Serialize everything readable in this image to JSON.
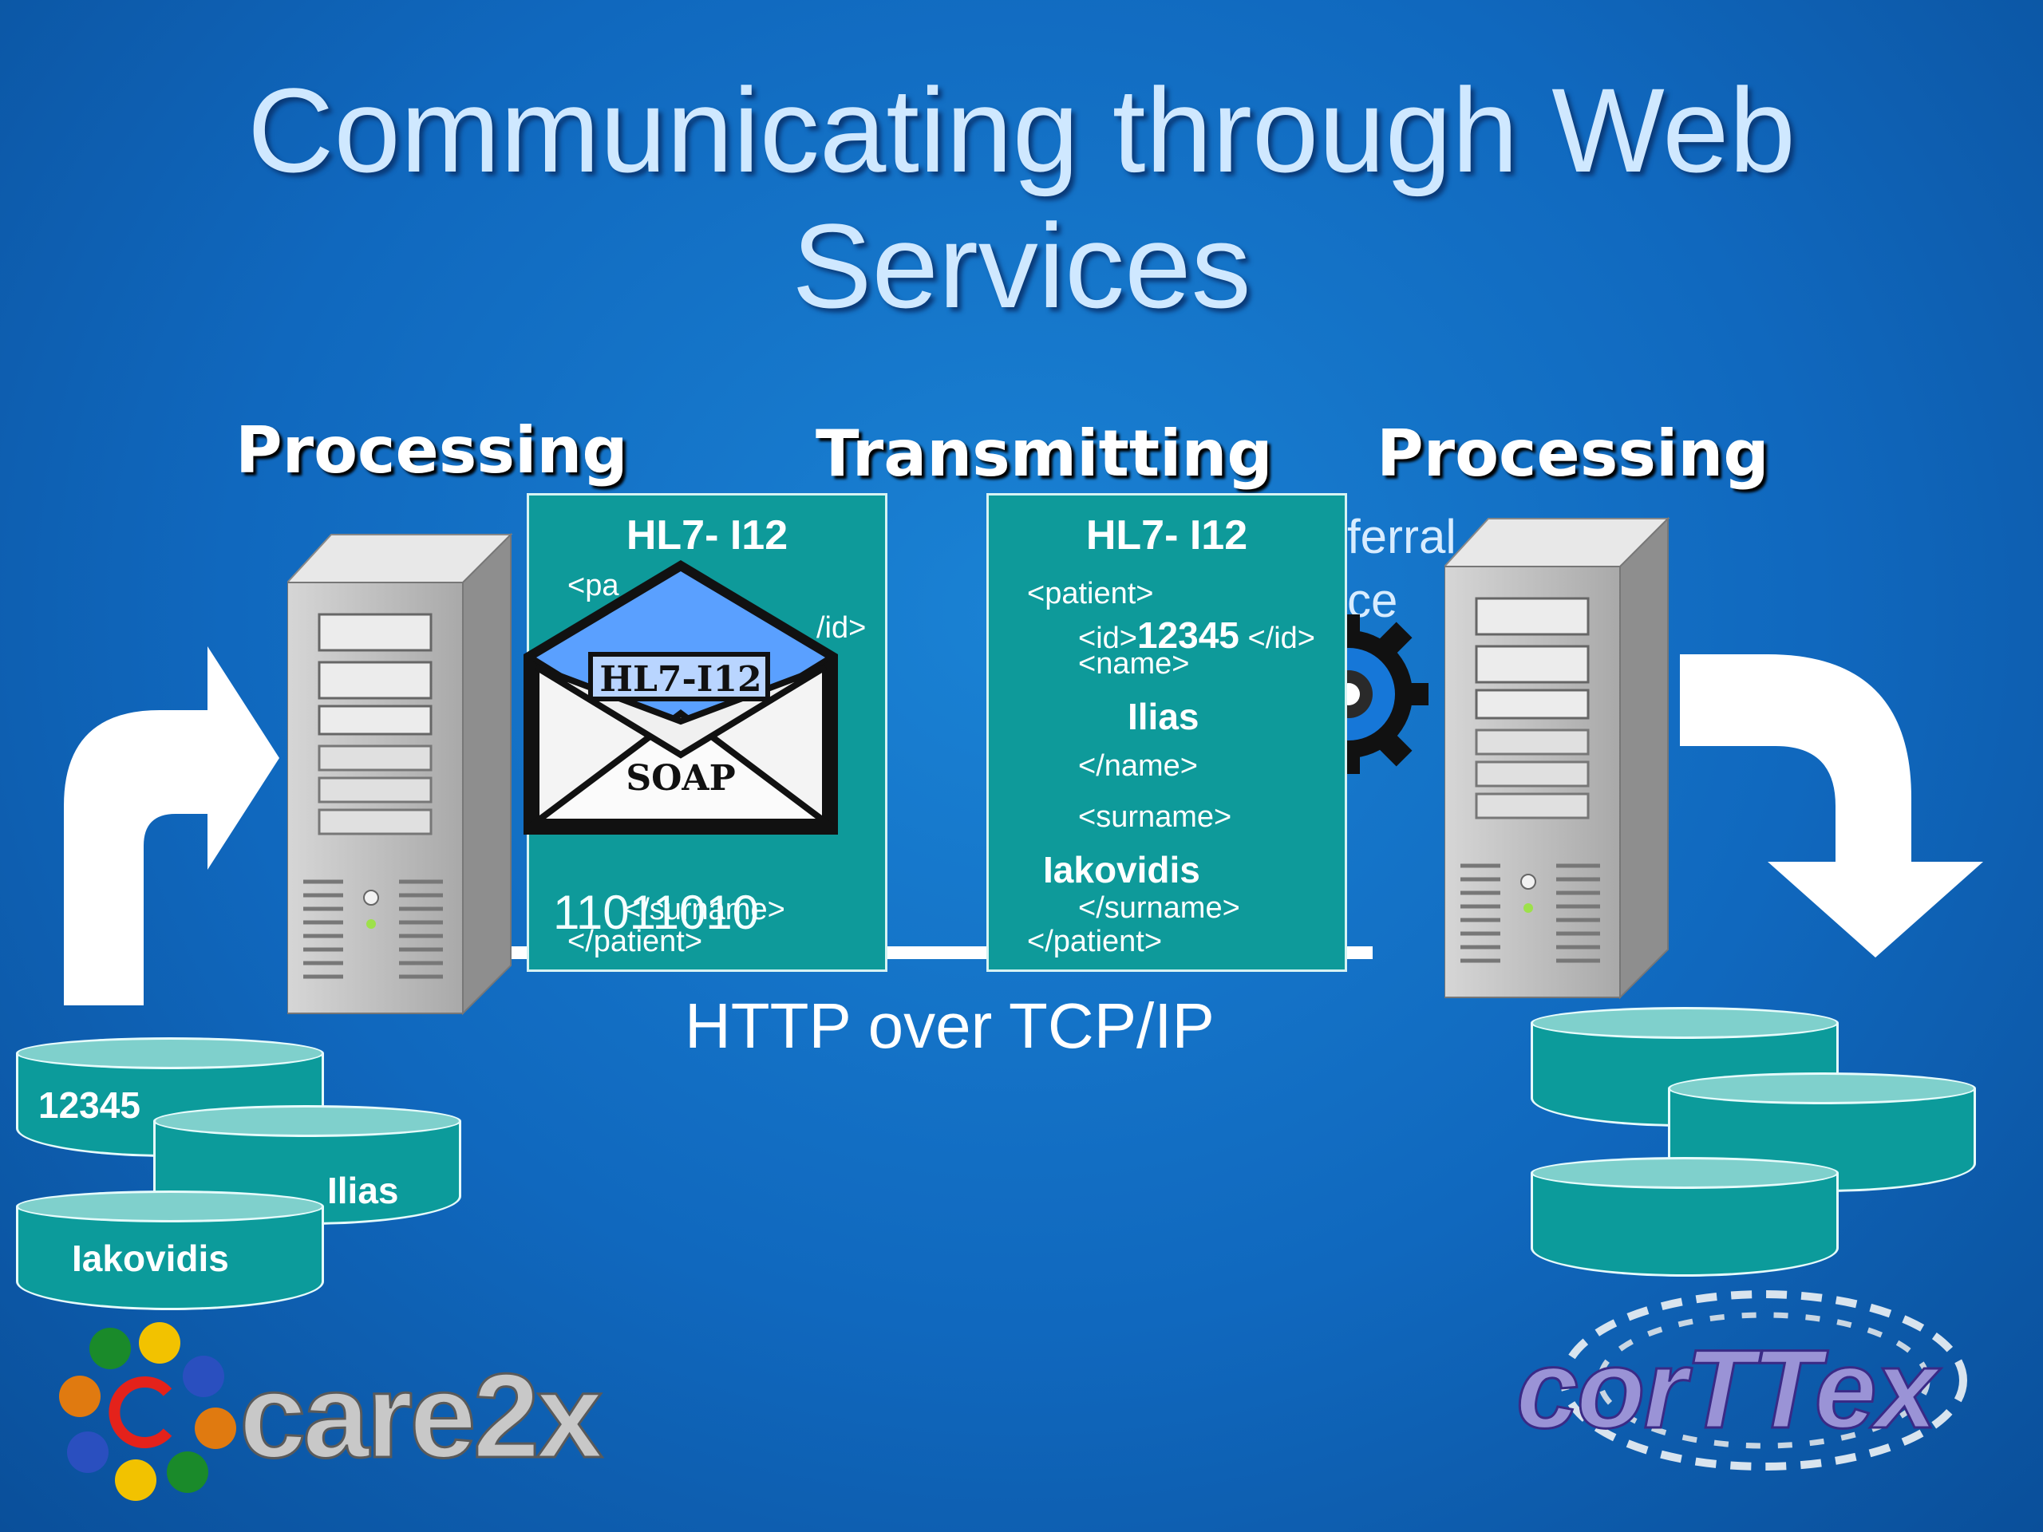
{
  "title_line1": "Communicating through Web",
  "title_line2": "Services",
  "headings": {
    "left": "Processing",
    "middle": "Transmitting",
    "right": "Processing"
  },
  "left_panel": {
    "title": "HL7- I12",
    "line_patient_open": "<pa",
    "line_id_close": "/id>",
    "line_surname_close": "</surname>",
    "line_patient_close": "</patient>",
    "binary": "11011010"
  },
  "envelope": {
    "header": "HL7-I12",
    "body": "SOAP"
  },
  "right_panel": {
    "title": "HL7- I12",
    "patient_open": "<patient>",
    "id_open": "<id>",
    "id_value": "12345",
    "id_close": "</id>",
    "name_open": "<name>",
    "name_value": "Ilias",
    "name_close": "</name>",
    "surname_open": "<surname>",
    "surname_value": "Iakovidis",
    "surname_close": "</surname>",
    "patient_close": "</patient>"
  },
  "service_partial": {
    "line1": "ferral",
    "line2": "ce"
  },
  "transport_label": "HTTP over TCP/IP",
  "left_db": {
    "id": "12345",
    "name": "Ilias",
    "surname": "Iakovidis"
  },
  "logos": {
    "left": "care2x",
    "right": "corTTex"
  },
  "colors": {
    "background": "#1068be",
    "panel": "#0e9a9a",
    "title": "#cfe8ff"
  }
}
